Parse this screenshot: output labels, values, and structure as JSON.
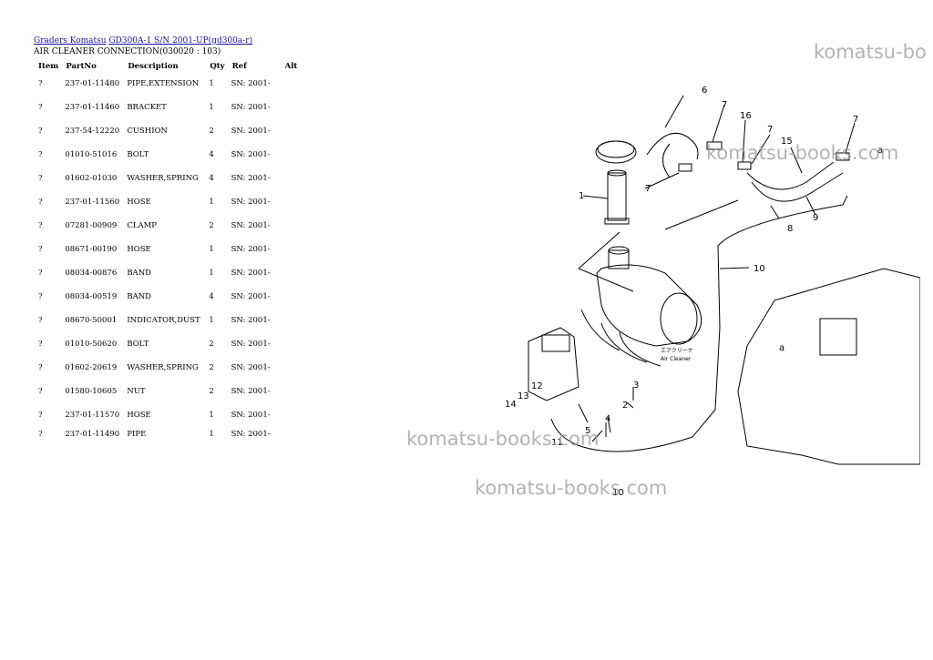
{
  "breadcrumb": {
    "link1": "Graders Komatsu",
    "link2": "GD300A-1 S/N 2001-UP(gd300a-r)"
  },
  "subtitle": "AIR CLEANER CONNECTION(030020 : 103)",
  "table": {
    "headers": [
      "Item",
      "PartNo",
      "Description",
      "Qty",
      "Ref",
      "Alt"
    ],
    "rows": [
      {
        "item": "?",
        "part": "237-01-11480",
        "desc": "PIPE,EXTENSION",
        "qty": "1",
        "ref": "SN: 2001-"
      },
      {
        "item": "?",
        "part": "237-01-11460",
        "desc": "BRACKET",
        "qty": "1",
        "ref": "SN: 2001-"
      },
      {
        "item": "?",
        "part": "237-54-12220",
        "desc": "CUSHION",
        "qty": "2",
        "ref": "SN: 2001-"
      },
      {
        "item": "?",
        "part": "01010-51016",
        "desc": "BOLT",
        "qty": "4",
        "ref": "SN: 2001-"
      },
      {
        "item": "?",
        "part": "01602-01030",
        "desc": "WASHER,SPRING",
        "qty": "4",
        "ref": "SN: 2001-"
      },
      {
        "item": "?",
        "part": "237-01-11560",
        "desc": "HOSE",
        "qty": "1",
        "ref": "SN: 2001-"
      },
      {
        "item": "?",
        "part": "07281-00909",
        "desc": "CLAMP",
        "qty": "2",
        "ref": "SN: 2001-"
      },
      {
        "item": "?",
        "part": "08671-00190",
        "desc": "HOSE",
        "qty": "1",
        "ref": "SN: 2001-"
      },
      {
        "item": "?",
        "part": "08034-00876",
        "desc": "BAND",
        "qty": "1",
        "ref": "SN: 2001-"
      },
      {
        "item": "?",
        "part": "08034-00519",
        "desc": "BAND",
        "qty": "4",
        "ref": "SN: 2001-"
      },
      {
        "item": "?",
        "part": "08670-50001",
        "desc": "INDICATOR,DUST",
        "qty": "1",
        "ref": "SN: 2001-"
      },
      {
        "item": "?",
        "part": "01010-50620",
        "desc": "BOLT",
        "qty": "2",
        "ref": "SN: 2001-"
      },
      {
        "item": "?",
        "part": "01602-20619",
        "desc": "WASHER,SPRING",
        "qty": "2",
        "ref": "SN: 2001-"
      },
      {
        "item": "?",
        "part": "01580-10605",
        "desc": "NUT",
        "qty": "2",
        "ref": "SN: 2001-"
      },
      {
        "item": "?",
        "part": "237-01-11570",
        "desc": "HOSE",
        "qty": "1",
        "ref": "SN: 2001-"
      },
      {
        "item": "?",
        "part": "237-01-11490",
        "desc": "PIPE",
        "qty": "1",
        "ref": "SN: 2001-"
      }
    ]
  },
  "watermarks": [
    "komatsu-bo",
    "komatsu-books.com",
    "komatsu-books.com",
    "komatsu-books.com"
  ],
  "diagram": {
    "callouts": [
      "1",
      "2",
      "3",
      "4",
      "5",
      "6",
      "7",
      "7",
      "7",
      "7",
      "8",
      "9",
      "10",
      "10",
      "11",
      "12",
      "13",
      "14",
      "15",
      "16",
      "a",
      "a"
    ],
    "jp_label": "エアクリーナ",
    "en_label": "Air Cleaner"
  },
  "colors": {
    "link": "#1a0dab",
    "watermark": "#9a9a9a"
  }
}
